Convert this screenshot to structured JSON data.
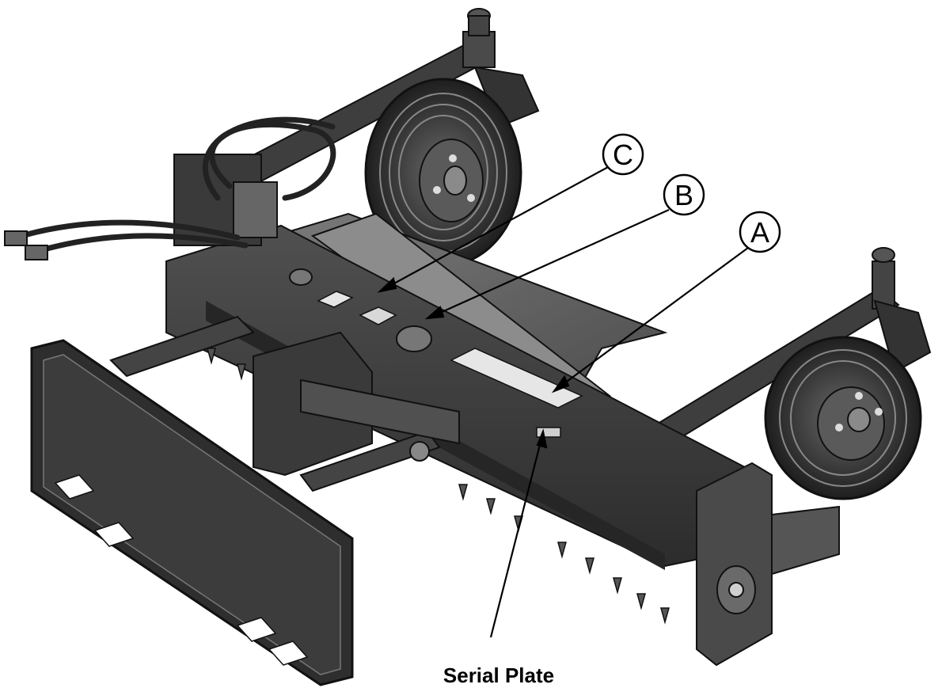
{
  "callouts": [
    {
      "id": "A",
      "label": "A"
    },
    {
      "id": "B",
      "label": "B"
    },
    {
      "id": "C",
      "label": "C"
    }
  ],
  "caption": "Serial Plate",
  "colors": {
    "background": "#ffffff",
    "metal_dark": "#3a3a3a",
    "metal_mid": "#5a5a5a",
    "metal_light": "#8a8a8a",
    "tire": "#2a2a2a",
    "decal": "#e6e6e6"
  }
}
